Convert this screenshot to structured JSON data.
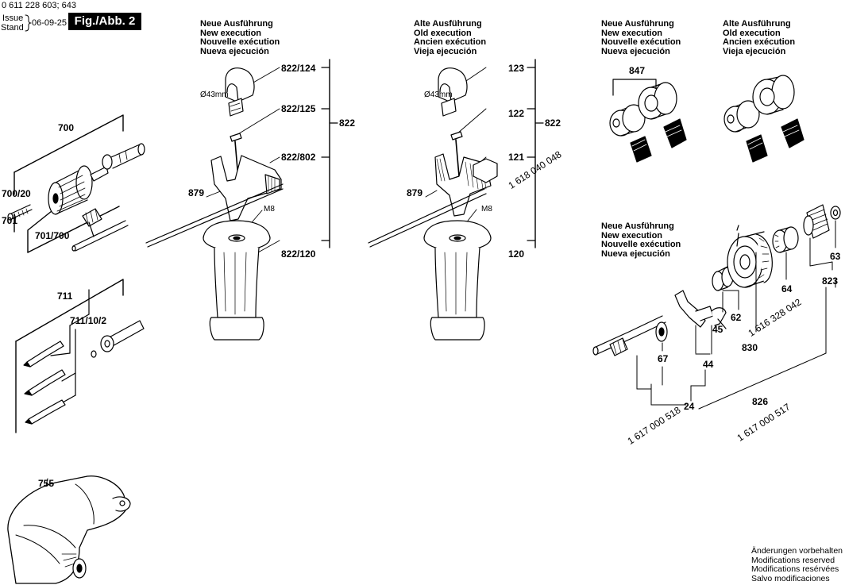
{
  "header": {
    "doc_number": "0 611 228 603; 643",
    "issue_label": "Issue",
    "stand_label": "Stand",
    "date": "06-09-25",
    "figure_label": "Fig./Abb. 2"
  },
  "new_execution": [
    "Neue Ausführung",
    "New execution",
    "Nouvelle exécution",
    "Nueva ejecución"
  ],
  "old_execution": [
    "Alte Ausführung",
    "Old execution",
    "Ancien exécution",
    "Vieja ejecución"
  ],
  "parts": {
    "p700": "700",
    "p700_20": "700/20",
    "p701": "701",
    "p701_700": "701/700",
    "p711": "711",
    "p711_10_2": "711/10/2",
    "p755": "755",
    "p822_124": "822/124",
    "p822_125": "822/125",
    "p822_802": "822/802",
    "p822_120": "822/120",
    "p822_a": "822",
    "p879_a": "879",
    "p123": "123",
    "p122": "122",
    "p121": "121",
    "p120": "120",
    "p822_b": "822",
    "p879_b": "879",
    "p1618": "1 618 040 048",
    "p847": "847",
    "p63": "63",
    "p64": "64",
    "p62": "62",
    "p45": "45",
    "p44": "44",
    "p67": "67",
    "p823": "823",
    "p830": "830",
    "p1616": "1 616 328 042",
    "p826": "826",
    "p24": "24",
    "p1617_518": "1 617 000 518",
    "p1617_517": "1 617 000 517"
  },
  "annotations": {
    "dia_a": "Ø43mm",
    "dia_b": "Ø43mm",
    "m8_a": "M8",
    "m8_b": "M8"
  },
  "footer": [
    "Änderungen vorbehalten",
    "Modifications reserved",
    "Modifications resérvées",
    "Salvo modificaciones"
  ]
}
